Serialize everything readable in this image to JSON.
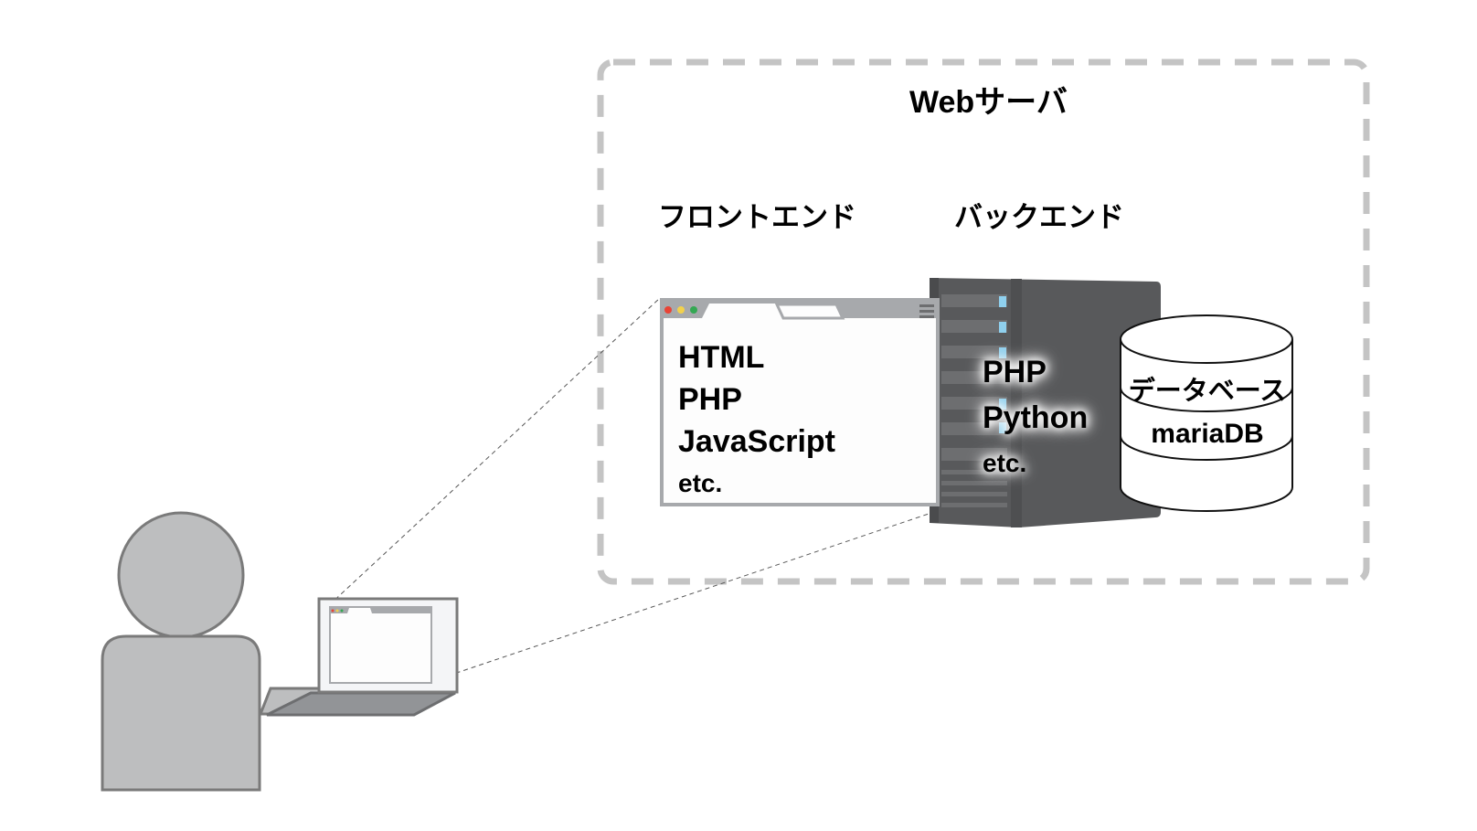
{
  "diagram": {
    "container_title": "Webサーバ",
    "sections": {
      "frontend": "フロントエンド",
      "backend": "バックエンド"
    },
    "frontend_items": [
      "HTML",
      "PHP",
      "JavaScript",
      "etc."
    ],
    "backend_items": [
      "PHP",
      "Python",
      "etc."
    ],
    "database": {
      "label": "データベース",
      "product": "mariaDB"
    },
    "actors": [
      "user",
      "laptop",
      "browser-window",
      "server",
      "database"
    ],
    "colors": {
      "dashed_border": "#c4c4c4",
      "person_fill": "#bdbebf",
      "person_stroke": "#7a7a7a",
      "server_body": "#58595b",
      "server_light": "#8fd0ee",
      "browser_bar": "#a7a9ac",
      "dot_red": "#e94335",
      "dot_yellow": "#f2d14c",
      "dot_green": "#34a853"
    }
  }
}
